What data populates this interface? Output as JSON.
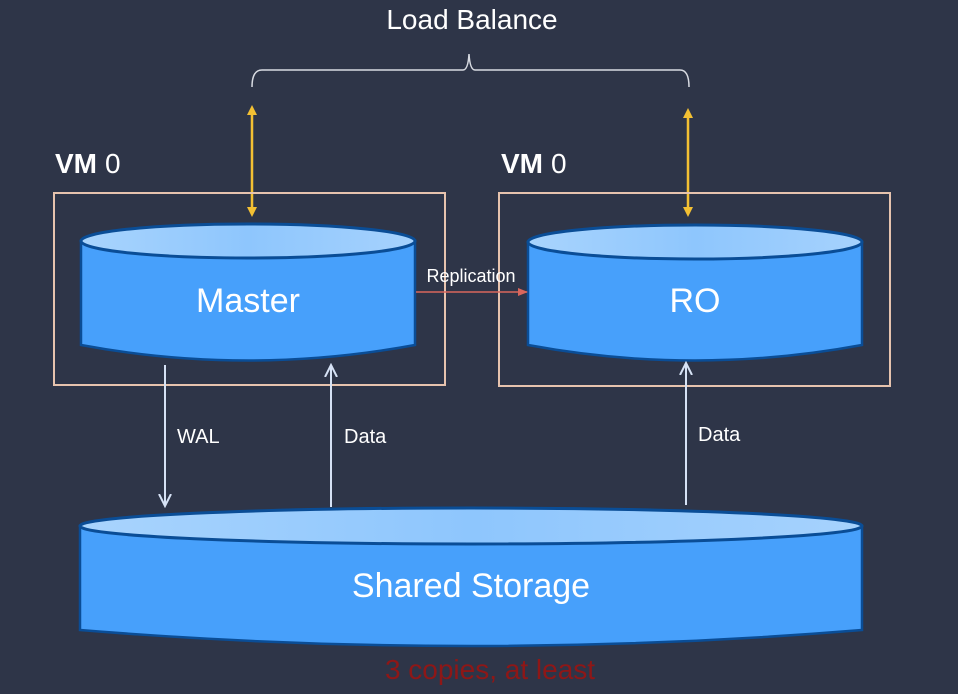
{
  "title": "Load Balance",
  "vms": [
    {
      "label_bold": "VM",
      "label_num": "0",
      "db_label": "Master"
    },
    {
      "label_bold": "VM",
      "label_num": "0",
      "db_label": "RO"
    }
  ],
  "replication_label": "Replication",
  "links": {
    "wal_label": "WAL",
    "master_data_label": "Data",
    "ro_data_label": "Data"
  },
  "storage": {
    "label": "Shared Storage",
    "note": "3 copies, at least"
  },
  "colors": {
    "background": "#2e3548",
    "cylinder_body": "#47a0fb",
    "cylinder_top": "#8ec6fd",
    "cylinder_edge": "#0a4d96",
    "vm_border": "#e6c3ae",
    "load_balance_arrow": "#f3c033",
    "replication_arrow": "#d9665c",
    "io_arrow": "#d6e2f5",
    "note_text": "#8e1717"
  }
}
